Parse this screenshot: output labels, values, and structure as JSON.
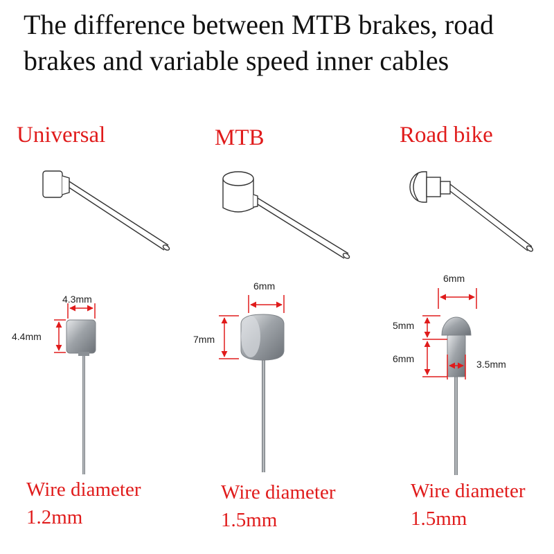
{
  "title": "The difference between MTB brakes, road brakes and variable speed inner cables",
  "accent_color": "#e01b1b",
  "columns": [
    {
      "name": "Universal",
      "dims": {
        "width": "4.3mm",
        "height": "4.4mm"
      },
      "wire_label": "Wire diameter",
      "wire_value": "1.2mm"
    },
    {
      "name": "MTB",
      "dims": {
        "width": "6mm",
        "height": "7mm"
      },
      "wire_label": "Wire diameter",
      "wire_value": "1.5mm"
    },
    {
      "name": "Road bike",
      "dims": {
        "width": "6mm",
        "head_height": "5mm",
        "neck_height": "6mm",
        "neck_width": "3.5mm"
      },
      "wire_label": "Wire diameter",
      "wire_value": "1.5mm"
    }
  ]
}
